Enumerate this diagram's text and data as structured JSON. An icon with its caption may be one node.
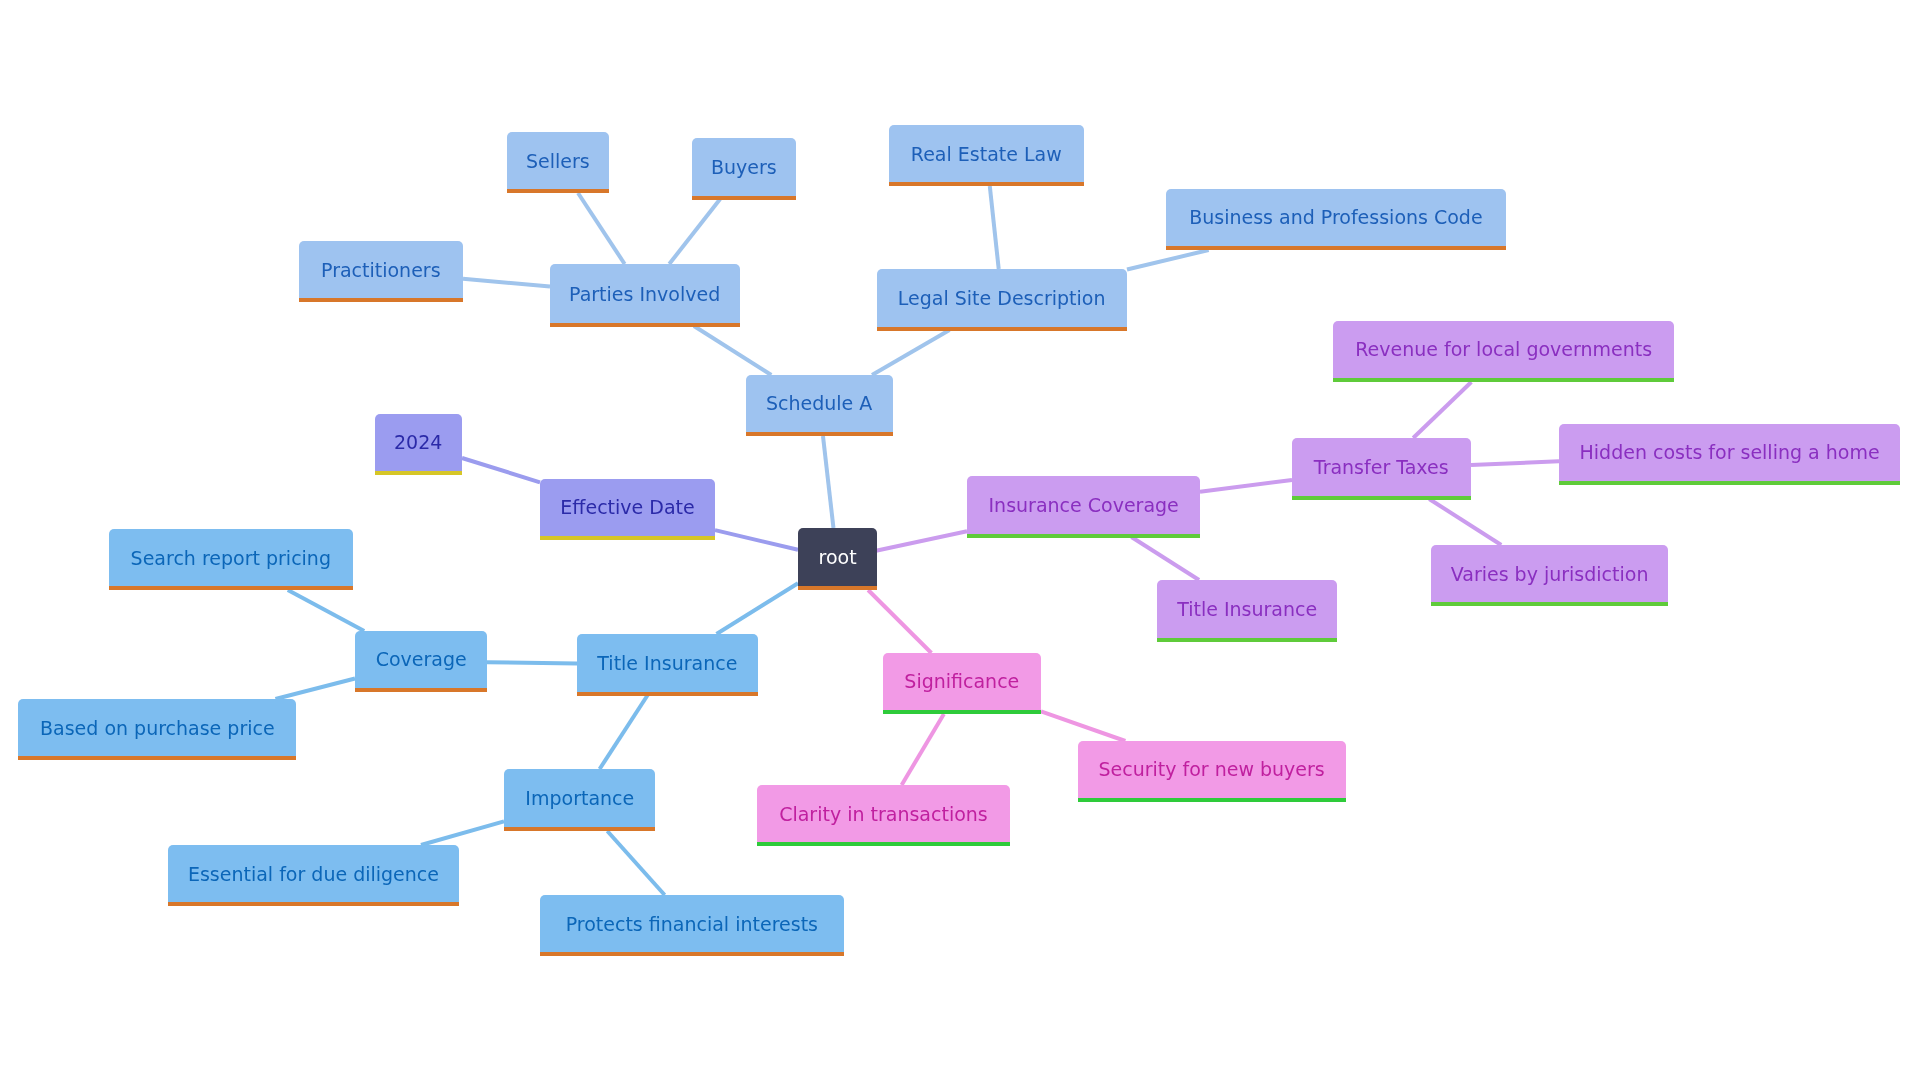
{
  "diagram": {
    "nodes": [
      {
        "text": [
          "root"
        ]
      },
      {
        "text": [
          "Schedule A"
        ]
      },
      {
        "text": [
          "Parties Involved"
        ]
      },
      {
        "text": [
          "Sellers"
        ]
      },
      {
        "text": [
          "Buyers"
        ]
      },
      {
        "text": [
          "Practitioners"
        ]
      },
      {
        "text": [
          "Legal Site Description"
        ]
      },
      {
        "text": [
          "Real Estate Law"
        ]
      },
      {
        "text": [
          "Business and Professions Code"
        ]
      },
      {
        "text": [
          "Effective Date"
        ]
      },
      {
        "text": [
          "2024"
        ]
      },
      {
        "text": [
          "Insurance Coverage"
        ]
      },
      {
        "text": [
          "Transfer Taxes"
        ]
      },
      {
        "text": [
          "Revenue for local governments"
        ]
      },
      {
        "text": [
          "Hidden costs for selling a home"
        ]
      },
      {
        "text": [
          "Varies by jurisdiction"
        ]
      },
      {
        "text": [
          "Title Insurance"
        ]
      },
      {
        "text": [
          "Title Insurance"
        ]
      },
      {
        "text": [
          "Coverage"
        ]
      },
      {
        "text": [
          "Search report pricing"
        ]
      },
      {
        "text": [
          "Based on purchase price"
        ]
      },
      {
        "text": [
          "Importance"
        ]
      },
      {
        "text": [
          "Essential for due diligence"
        ]
      },
      {
        "text": [
          "Protects financial interests"
        ]
      },
      {
        "text": [
          "Significance"
        ]
      },
      {
        "text": [
          "Security for new buyers"
        ]
      },
      {
        "text": [
          "Clarity in transactions"
        ]
      }
    ],
    "edges": [
      {
        "from": 0,
        "to": 1,
        "arrow": "none"
      },
      {
        "from": 1,
        "to": 2,
        "arrow": "none"
      },
      {
        "from": 2,
        "to": 3,
        "arrow": "none"
      },
      {
        "from": 2,
        "to": 4,
        "arrow": "none"
      },
      {
        "from": 2,
        "to": 5,
        "arrow": "none"
      },
      {
        "from": 1,
        "to": 6,
        "arrow": "none"
      },
      {
        "from": 6,
        "to": 7,
        "arrow": "none"
      },
      {
        "from": 6,
        "to": 8,
        "arrow": "none"
      },
      {
        "from": 0,
        "to": 9,
        "arrow": "none",
        "color": "#9b9cee"
      },
      {
        "from": 9,
        "to": 10,
        "arrow": "none",
        "color": "#9b9cee"
      },
      {
        "from": 0,
        "to": 11,
        "arrow": "none",
        "color": "#cb9cee"
      },
      {
        "from": 11,
        "to": 12,
        "arrow": "none",
        "color": "#cb9cee"
      },
      {
        "from": 12,
        "to": 13,
        "arrow": "none",
        "color": "#cb9cee"
      },
      {
        "from": 12,
        "to": 14,
        "arrow": "none",
        "color": "#cb9cee"
      },
      {
        "from": 12,
        "to": 15,
        "arrow": "none",
        "color": "#cb9cee"
      },
      {
        "from": 11,
        "to": 16,
        "arrow": "none",
        "color": "#cb9cee"
      },
      {
        "from": 0,
        "to": 17,
        "arrow": "none",
        "color": "#7cbcec"
      },
      {
        "from": 17,
        "to": 18,
        "arrow": "none",
        "color": "#7cbcec"
      },
      {
        "from": 18,
        "to": 19,
        "arrow": "none",
        "color": "#7cbcec"
      },
      {
        "from": 18,
        "to": 20,
        "arrow": "none",
        "color": "#7cbcec"
      },
      {
        "from": 17,
        "to": 21,
        "arrow": "none",
        "color": "#7cbcec"
      },
      {
        "from": 21,
        "to": 22,
        "arrow": "none",
        "color": "#7cbcec"
      },
      {
        "from": 21,
        "to": 23,
        "arrow": "none",
        "color": "#7cbcec"
      },
      {
        "from": 0,
        "to": 24,
        "arrow": "none",
        "color": "#ee96e2"
      },
      {
        "from": 24,
        "to": 25,
        "arrow": "none",
        "color": "#ee96e2"
      },
      {
        "from": 24,
        "to": 26,
        "arrow": "none",
        "color": "#ee96e2"
      }
    ]
  }
}
